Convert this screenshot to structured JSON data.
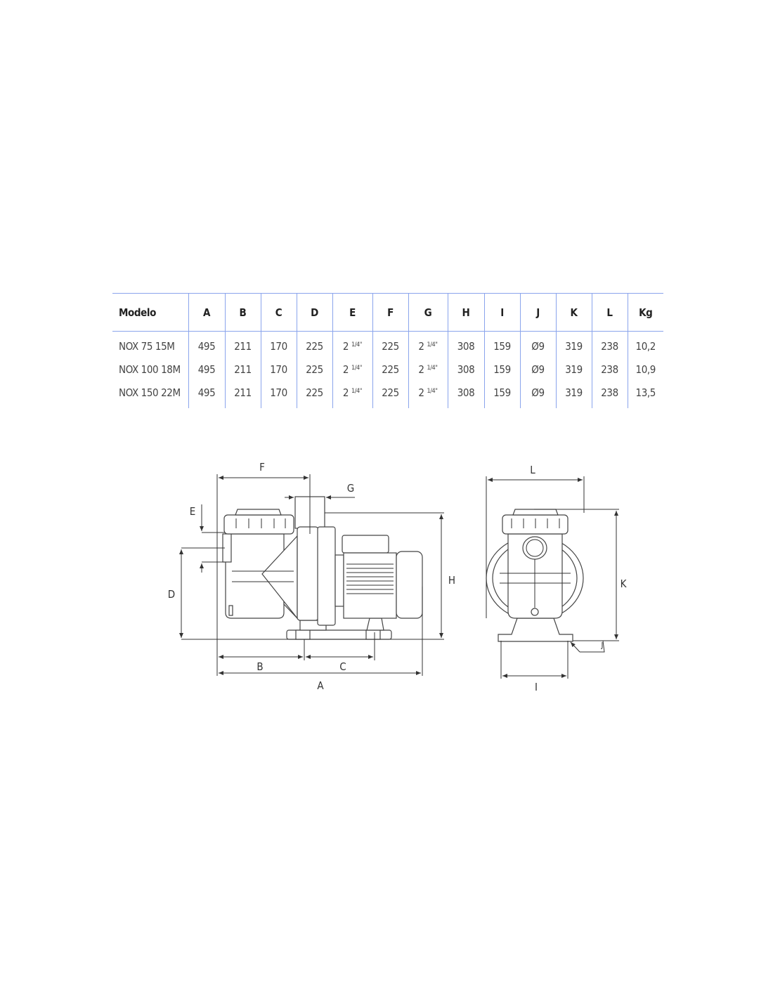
{
  "table": {
    "headers": [
      "Modelo",
      "A",
      "B",
      "C",
      "D",
      "E",
      "F",
      "G",
      "H",
      "I",
      "J",
      "K",
      "L",
      "Kg"
    ],
    "rows": [
      [
        "NOX 75 15M",
        "495",
        "211",
        "170",
        "225",
        "2 1/4\"",
        "225",
        "2 1/4\"",
        "308",
        "159",
        "Ø9",
        "319",
        "238",
        "10,2"
      ],
      [
        "NOX 100 18M",
        "495",
        "211",
        "170",
        "225",
        "2 1/4\"",
        "225",
        "2 1/4\"",
        "308",
        "159",
        "Ø9",
        "319",
        "238",
        "10,9"
      ],
      [
        "NOX 150 22M",
        "495",
        "211",
        "170",
        "225",
        "2 1/4\"",
        "225",
        "2 1/4\"",
        "308",
        "159",
        "Ø9",
        "319",
        "238",
        "13,5"
      ]
    ],
    "border_color": "#8aa4ec"
  },
  "diagram": {
    "labels": {
      "A": "A",
      "B": "B",
      "C": "C",
      "D": "D",
      "E": "E",
      "F": "F",
      "G": "G",
      "H": "H",
      "I": "I",
      "J": "J",
      "K": "K",
      "L": "L"
    }
  }
}
